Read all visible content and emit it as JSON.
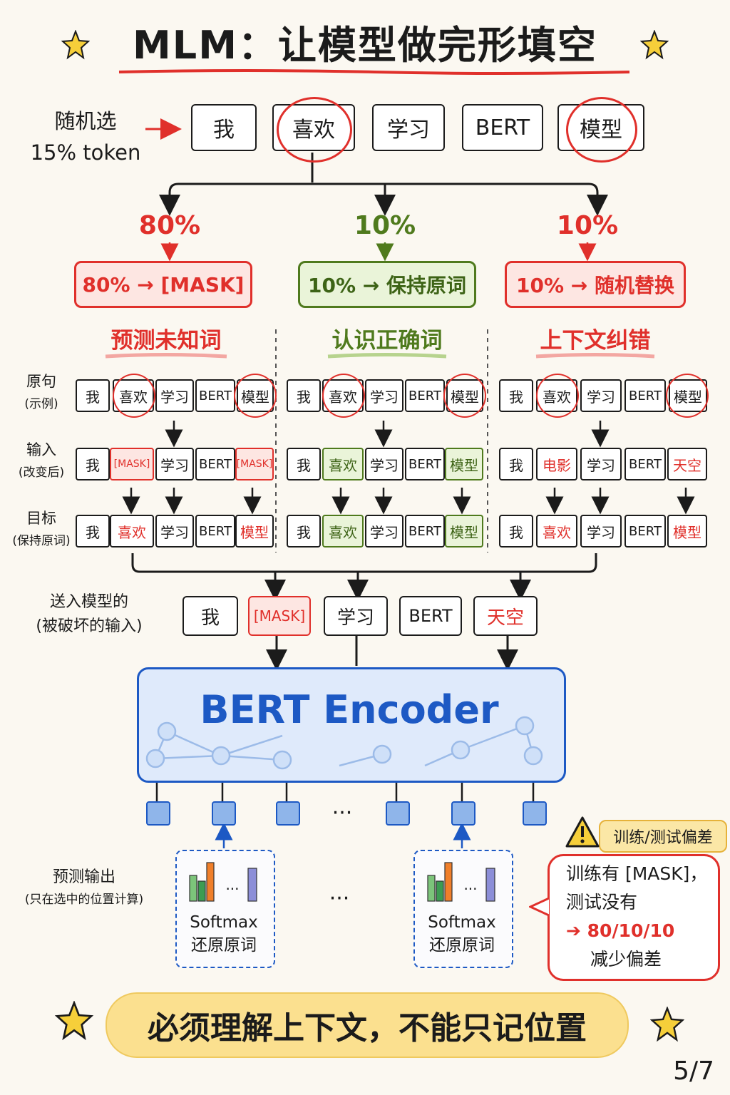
{
  "title": "MLM：让模型做完形填空",
  "top_label": [
    "随机选",
    "15% token"
  ],
  "sentence": [
    "我",
    "喜欢",
    "学习",
    "BERT",
    "模型"
  ],
  "branches": [
    {
      "pct": "80%",
      "rule": "80% → [MASK]",
      "heading": "预测未知词",
      "color": "red"
    },
    {
      "pct": "10%",
      "rule": "10% → 保持原词",
      "heading": "认识正确词",
      "color": "green"
    },
    {
      "pct": "10%",
      "rule": "10% → 随机替换",
      "heading": "上下文纠错",
      "color": "red"
    }
  ],
  "row_labels": [
    {
      "main": "原句",
      "sub": "(示例)"
    },
    {
      "main": "输入",
      "sub": "(改变后)"
    },
    {
      "main": "目标",
      "sub": "(保持原词)"
    }
  ],
  "columns": [
    {
      "original": [
        "我",
        "喜欢",
        "学习",
        "BERT",
        "模型"
      ],
      "input": [
        "我",
        "[MASK]",
        "学习",
        "BERT",
        "[MASK]"
      ],
      "target": [
        "我",
        "喜欢",
        "学习",
        "BERT",
        "模型"
      ]
    },
    {
      "original": [
        "我",
        "喜欢",
        "学习",
        "BERT",
        "模型"
      ],
      "input": [
        "我",
        "喜欢",
        "学习",
        "BERT",
        "模型"
      ],
      "target": [
        "我",
        "喜欢",
        "学习",
        "BERT",
        "模型"
      ]
    },
    {
      "original": [
        "我",
        "喜欢",
        "学习",
        "BERT",
        "模型"
      ],
      "input": [
        "我",
        "电影",
        "学习",
        "BERT",
        "天空"
      ],
      "target": [
        "我",
        "喜欢",
        "学习",
        "BERT",
        "模型"
      ]
    }
  ],
  "fed_label": [
    "送入模型的",
    "(被破坏的输入)"
  ],
  "fed_tokens": [
    "我",
    "[MASK]",
    "学习",
    "BERT",
    "天空"
  ],
  "encoder_label": "BERT Encoder",
  "ellipsis": "···",
  "predict_label": [
    "预测输出",
    "(只在选中的位置计算)"
  ],
  "softmax": {
    "line1": "Softmax",
    "line2": "还原原词",
    "dots": "···"
  },
  "warning": {
    "tag": "训练/测试偏差",
    "line1": "训练有 [MASK]，",
    "line2": "测试没有",
    "line3": "80/10/10",
    "line4": "减少偏差"
  },
  "bottom": "必须理解上下文，不能只记位置",
  "page": "5/7",
  "colors": {
    "red": "#e0302b",
    "green": "#4f7a1d",
    "blue": "#1d59c4",
    "yellow": "#fbe08f"
  }
}
